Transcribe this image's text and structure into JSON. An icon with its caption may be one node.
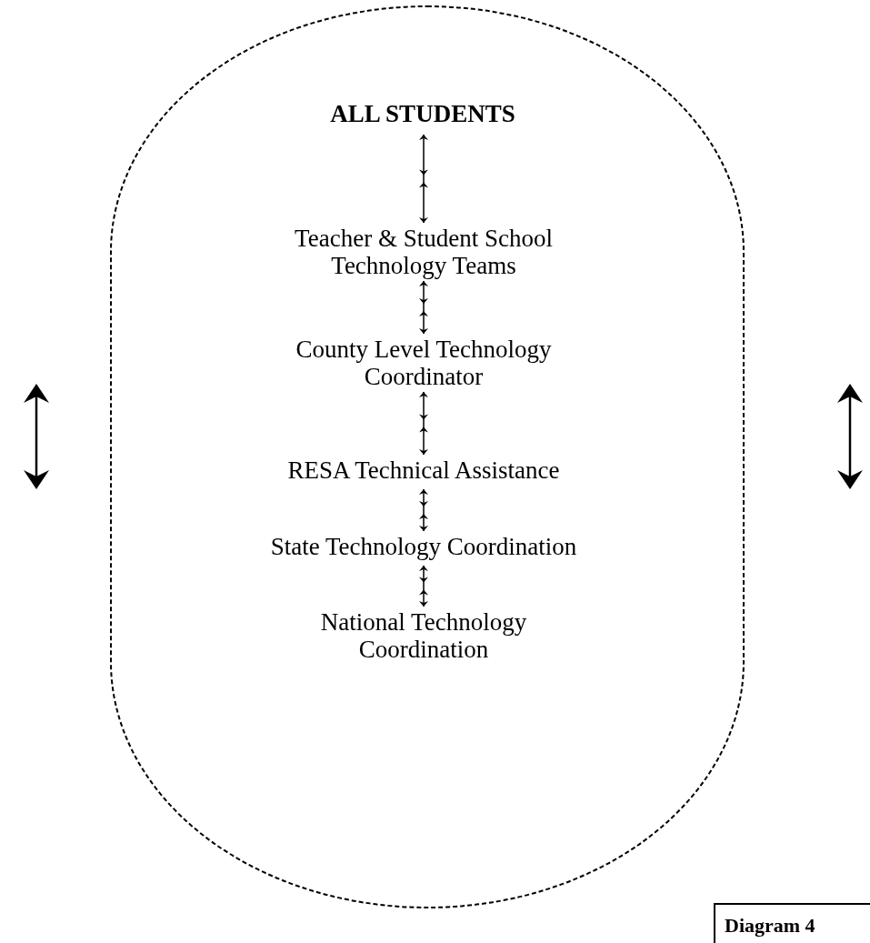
{
  "diagram": {
    "nodes": [
      {
        "text": [],
        "shape": "oval"
      },
      {
        "text": [
          "ALL STUDENTS"
        ],
        "in": 0
      },
      {
        "text": [
          "Teacher & Student School Technology Teams"
        ],
        "in": 0
      },
      {
        "text": [
          "County Level Technology Coordinator"
        ],
        "in": 0
      },
      {
        "text": [
          "RESA Technical Assistance"
        ],
        "in": 0
      },
      {
        "text": [
          "State Technology Coordination"
        ],
        "in": 0
      },
      {
        "text": [
          "National Technology Coordination"
        ],
        "in": 0
      },
      {
        "text": [
          "Diagram 4"
        ]
      }
    ],
    "edges": [
      {
        "from": 1,
        "to": 2,
        "arrow": "both"
      },
      {
        "from": 2,
        "to": 3,
        "arrow": "both"
      },
      {
        "from": 3,
        "to": 4,
        "arrow": "both"
      },
      {
        "from": 4,
        "to": 5,
        "arrow": "both"
      },
      {
        "from": 5,
        "to": 6,
        "arrow": "both"
      }
    ]
  }
}
